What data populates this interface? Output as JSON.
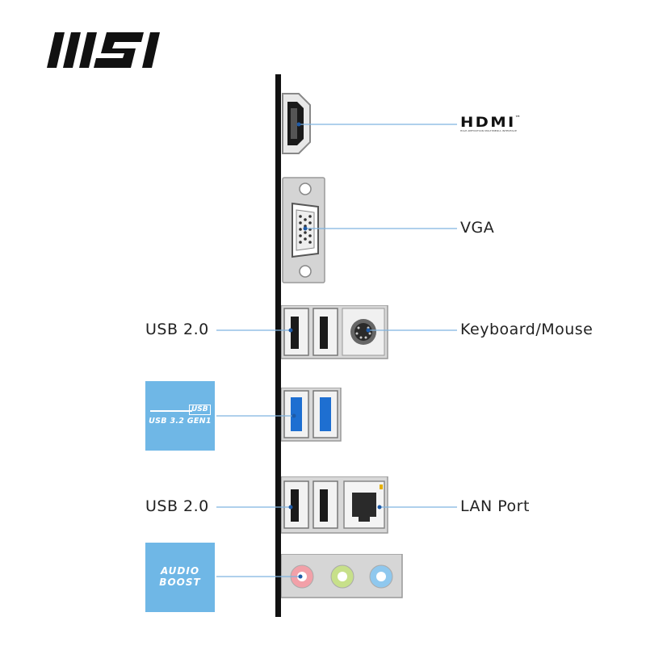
{
  "brand": {
    "logo_text": "MSI"
  },
  "hdmi": {
    "logo_text": "HDMI",
    "tm": "™",
    "tagline": "HIGH-DEFINITION MULTIMEDIA INTERFACE"
  },
  "labels": {
    "vga": "VGA",
    "keyboard_mouse": "Keyboard/Mouse",
    "usb20_top": "USB 2.0",
    "usb20_bottom": "USB 2.0",
    "lan": "LAN Port"
  },
  "badges": {
    "usb32": {
      "small": "USB",
      "main": "USB 3.2 GEN1"
    },
    "audio": {
      "line1": "AUDIO",
      "line2": "BOOST"
    }
  },
  "colors": {
    "leader_line": "#7fb3e0",
    "badge_blue": "#6fb7e6",
    "usb3_blue": "#1e6fd1",
    "audio_pink": "#f2a0a8",
    "audio_green": "#c7e08a",
    "audio_blue": "#8fc8ee",
    "metal": "#d8d8d8"
  }
}
